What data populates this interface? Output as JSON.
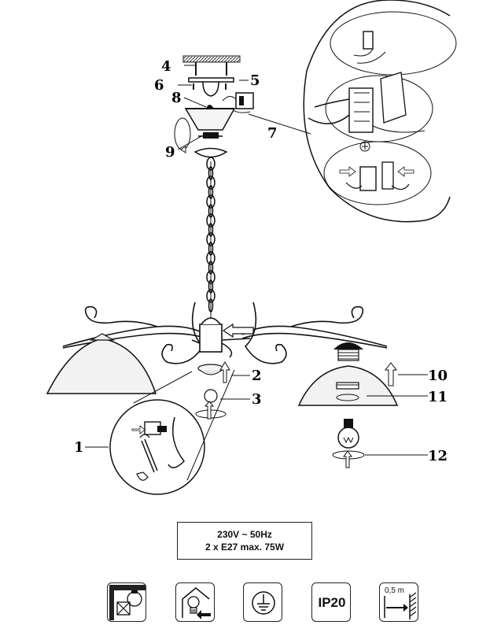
{
  "callouts": [
    {
      "id": "1",
      "label": "1"
    },
    {
      "id": "2",
      "label": "2"
    },
    {
      "id": "3",
      "label": "3"
    },
    {
      "id": "4",
      "label": "4"
    },
    {
      "id": "5",
      "label": "5"
    },
    {
      "id": "6",
      "label": "6"
    },
    {
      "id": "7",
      "label": "7"
    },
    {
      "id": "8",
      "label": "8"
    },
    {
      "id": "9",
      "label": "9"
    },
    {
      "id": "10",
      "label": "10"
    },
    {
      "id": "11",
      "label": "11"
    },
    {
      "id": "12",
      "label": "12"
    }
  ],
  "specs": {
    "voltage": "230V ~ 50Hz",
    "bulbs": "2 x E27  max. 75W"
  },
  "icons": {
    "ip_rating": "IP20",
    "distance": "0,5 m",
    "names": [
      "no-ceiling-insulation-icon",
      "bulb-replacement-icon",
      "earth-ground-icon",
      "ip20-rating-icon",
      "min-distance-icon"
    ]
  },
  "colors": {
    "stroke": "#1a1a1a",
    "fill_light": "#ececec",
    "shade": "#f3f3f3"
  }
}
